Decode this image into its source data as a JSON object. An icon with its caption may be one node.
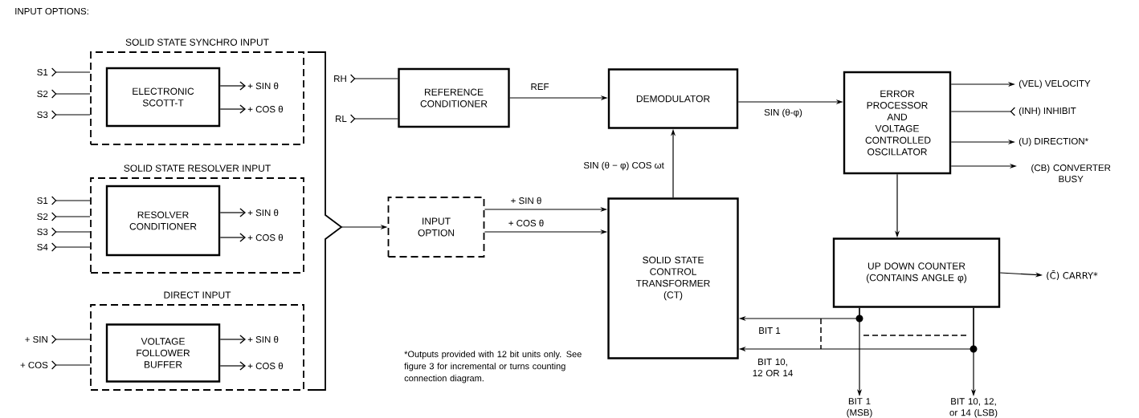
{
  "diagram": {
    "nodes": [
      {
        "text": [
          "SOLID STATE SYNCHRO INPUT"
        ]
      },
      {
        "text": [
          "ELECTRONIC SCOTT-T"
        ],
        "in": 0
      },
      {
        "text": [
          "+ SIN θ"
        ],
        "in": 0
      },
      {
        "text": [
          "+ COS θ"
        ],
        "in": 0
      },
      {
        "text": [
          "SOLID STATE RESOLVER INPUT"
        ]
      },
      {
        "text": [
          "RESOLVER CONDITIONER"
        ],
        "in": 4
      },
      {
        "text": [
          "+ SIN θ"
        ],
        "in": 4
      },
      {
        "text": [
          "+ COS θ"
        ],
        "in": 4
      },
      {
        "text": [
          "DIRECT INPUT"
        ]
      },
      {
        "text": [
          "VOLTAGE FOLLOWER BUFFER"
        ],
        "in": 8
      },
      {
        "text": [
          "+ SIN θ"
        ],
        "in": 8
      },
      {
        "text": [
          "+ COS θ"
        ],
        "in": 8
      },
      {
        "text": [
          "S1"
        ]
      },
      {
        "text": [
          "S2"
        ]
      },
      {
        "text": [
          "S3"
        ]
      },
      {
        "text": [
          "S1"
        ]
      },
      {
        "text": [
          "S2"
        ]
      },
      {
        "text": [
          "S3"
        ]
      },
      {
        "text": [
          "S4"
        ]
      },
      {
        "text": [
          "+ SIN"
        ]
      },
      {
        "text": [
          "+ COS"
        ]
      },
      {
        "text": [
          "RH"
        ]
      },
      {
        "text": [
          "RL"
        ]
      },
      {
        "text": [
          "REFERENCE CONDITIONER"
        ]
      },
      {
        "text": [
          "DEMODULATOR"
        ]
      },
      {
        "text": [
          "INPUT OPTION"
        ]
      },
      {
        "text": [
          "SOLID STATE CONTROL TRANSFORMER (CT)"
        ]
      },
      {
        "text": [
          "ERROR PROCESSOR AND VOLTAGE CONTROLLED OSCILLATOR"
        ]
      },
      {
        "text": [
          "(VEL) VELOCITY"
        ]
      },
      {
        "text": [
          "(INH) INHIBIT"
        ]
      },
      {
        "text": [
          "(U) DIRECTION*"
        ]
      },
      {
        "text": [
          "(CB) CONVERTER BUSY"
        ]
      },
      {
        "text": [
          "UP DOWN COUNTER (CONTAINS ANGLE φ)"
        ]
      },
      {
        "text": [
          "(C̄) CARRY*"
        ]
      },
      {
        "text": [
          "BIT 1 (MSB)"
        ]
      },
      {
        "text": [
          "BIT 10, 12, or 14 (LSB)"
        ]
      },
      {
        "text": [],
        "shape": "bracket"
      }
    ],
    "edges": [
      {
        "from": 0,
        "to": 12,
        "arrow": "other"
      },
      {
        "from": 0,
        "to": 13,
        "arrow": "other"
      },
      {
        "from": 0,
        "to": 14,
        "arrow": "other"
      },
      {
        "from": 1,
        "to": 2,
        "arrow": "to"
      },
      {
        "from": 1,
        "to": 3,
        "arrow": "to"
      },
      {
        "from": 4,
        "to": 15,
        "arrow": "other"
      },
      {
        "from": 4,
        "to": 16,
        "arrow": "other"
      },
      {
        "from": 4,
        "to": 17,
        "arrow": "other"
      },
      {
        "from": 4,
        "to": 18,
        "arrow": "other"
      },
      {
        "from": 5,
        "to": 6,
        "arrow": "to"
      },
      {
        "from": 5,
        "to": 7,
        "arrow": "to"
      },
      {
        "from": 8,
        "to": 19,
        "arrow": "other"
      },
      {
        "from": 8,
        "to": 20,
        "arrow": "other"
      },
      {
        "from": 9,
        "to": 10,
        "arrow": "to"
      },
      {
        "from": 9,
        "to": 11,
        "arrow": "to"
      },
      {
        "from": 23,
        "to": 21,
        "arrow": "other"
      },
      {
        "from": 23,
        "to": 22,
        "arrow": "other"
      },
      {
        "from": 23,
        "to": 24,
        "arrow": "to",
        "label": "REF"
      },
      {
        "from": 36,
        "to": 25,
        "arrow": "to"
      },
      {
        "from": 25,
        "to": 26,
        "arrow": "to",
        "label": "+ SIN θ"
      },
      {
        "from": 25,
        "to": 26,
        "arrow": "to",
        "label": "+ COS θ"
      },
      {
        "from": 26,
        "to": 24,
        "arrow": "to",
        "label": "SIN (θ − φ) COS ωt"
      },
      {
        "from": 24,
        "to": 27,
        "arrow": "to",
        "label": "SIN (θ-φ)"
      },
      {
        "from": 27,
        "to": 28,
        "arrow": "to"
      },
      {
        "from": 27,
        "to": 29,
        "arrow": "other"
      },
      {
        "from": 27,
        "to": 30,
        "arrow": "to"
      },
      {
        "from": 27,
        "to": 31,
        "arrow": "to"
      },
      {
        "from": 27,
        "to": 32,
        "arrow": "to"
      },
      {
        "from": 32,
        "to": 33,
        "arrow": "to"
      },
      {
        "from": 32,
        "to": 26,
        "arrow": "to",
        "label": "BIT 1"
      },
      {
        "from": 32,
        "to": 26,
        "arrow": "to",
        "label": "BIT 10, 12 OR 14"
      },
      {
        "from": 32,
        "to": 34,
        "arrow": "to"
      },
      {
        "from": 32,
        "to": 35,
        "arrow": "to"
      }
    ],
    "labels": [
      "INPUT OPTIONS:",
      "*Outputs provided with 12 bit units only. See figure 3 for incremental or turns counting connection diagram."
    ]
  }
}
